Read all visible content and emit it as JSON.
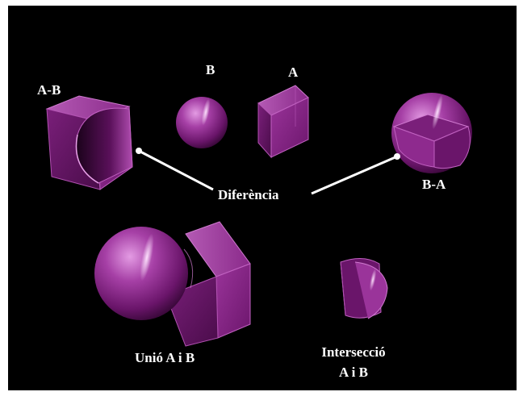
{
  "colors": {
    "background": "#000000",
    "frame": "#ffffff",
    "solid": "#8e2a8e",
    "solid_light": "#e39be3",
    "solid_dark": "#3a073a",
    "text": "#ffffff"
  },
  "labels": {
    "a_minus_b": "A-B",
    "b": "B",
    "a": "A",
    "b_minus_a": "B-A",
    "difference": "Diferència",
    "union": "Unió A i B",
    "intersection_line1": "Intersecció",
    "intersection_line2": "A i B"
  }
}
